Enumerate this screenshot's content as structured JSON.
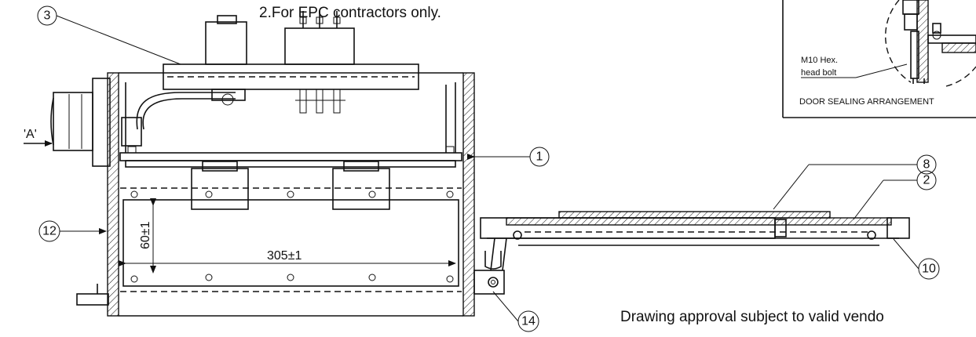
{
  "notes": {
    "top_note": "2.For EPC contractors only.",
    "approval_note": "Drawing approval subject to valid vendo"
  },
  "inset": {
    "bolt_label_line1": "M10 Hex.",
    "bolt_label_line2": "head bolt",
    "caption": "DOOR SEALING ARRANGEMENT"
  },
  "view_label": "'A'",
  "dimensions": {
    "width": "305±1",
    "height": "60±1"
  },
  "balloons": {
    "b1": "1",
    "b2": "2",
    "b3": "3",
    "b8": "8",
    "b10": "10",
    "b12": "12",
    "b14": "14"
  }
}
